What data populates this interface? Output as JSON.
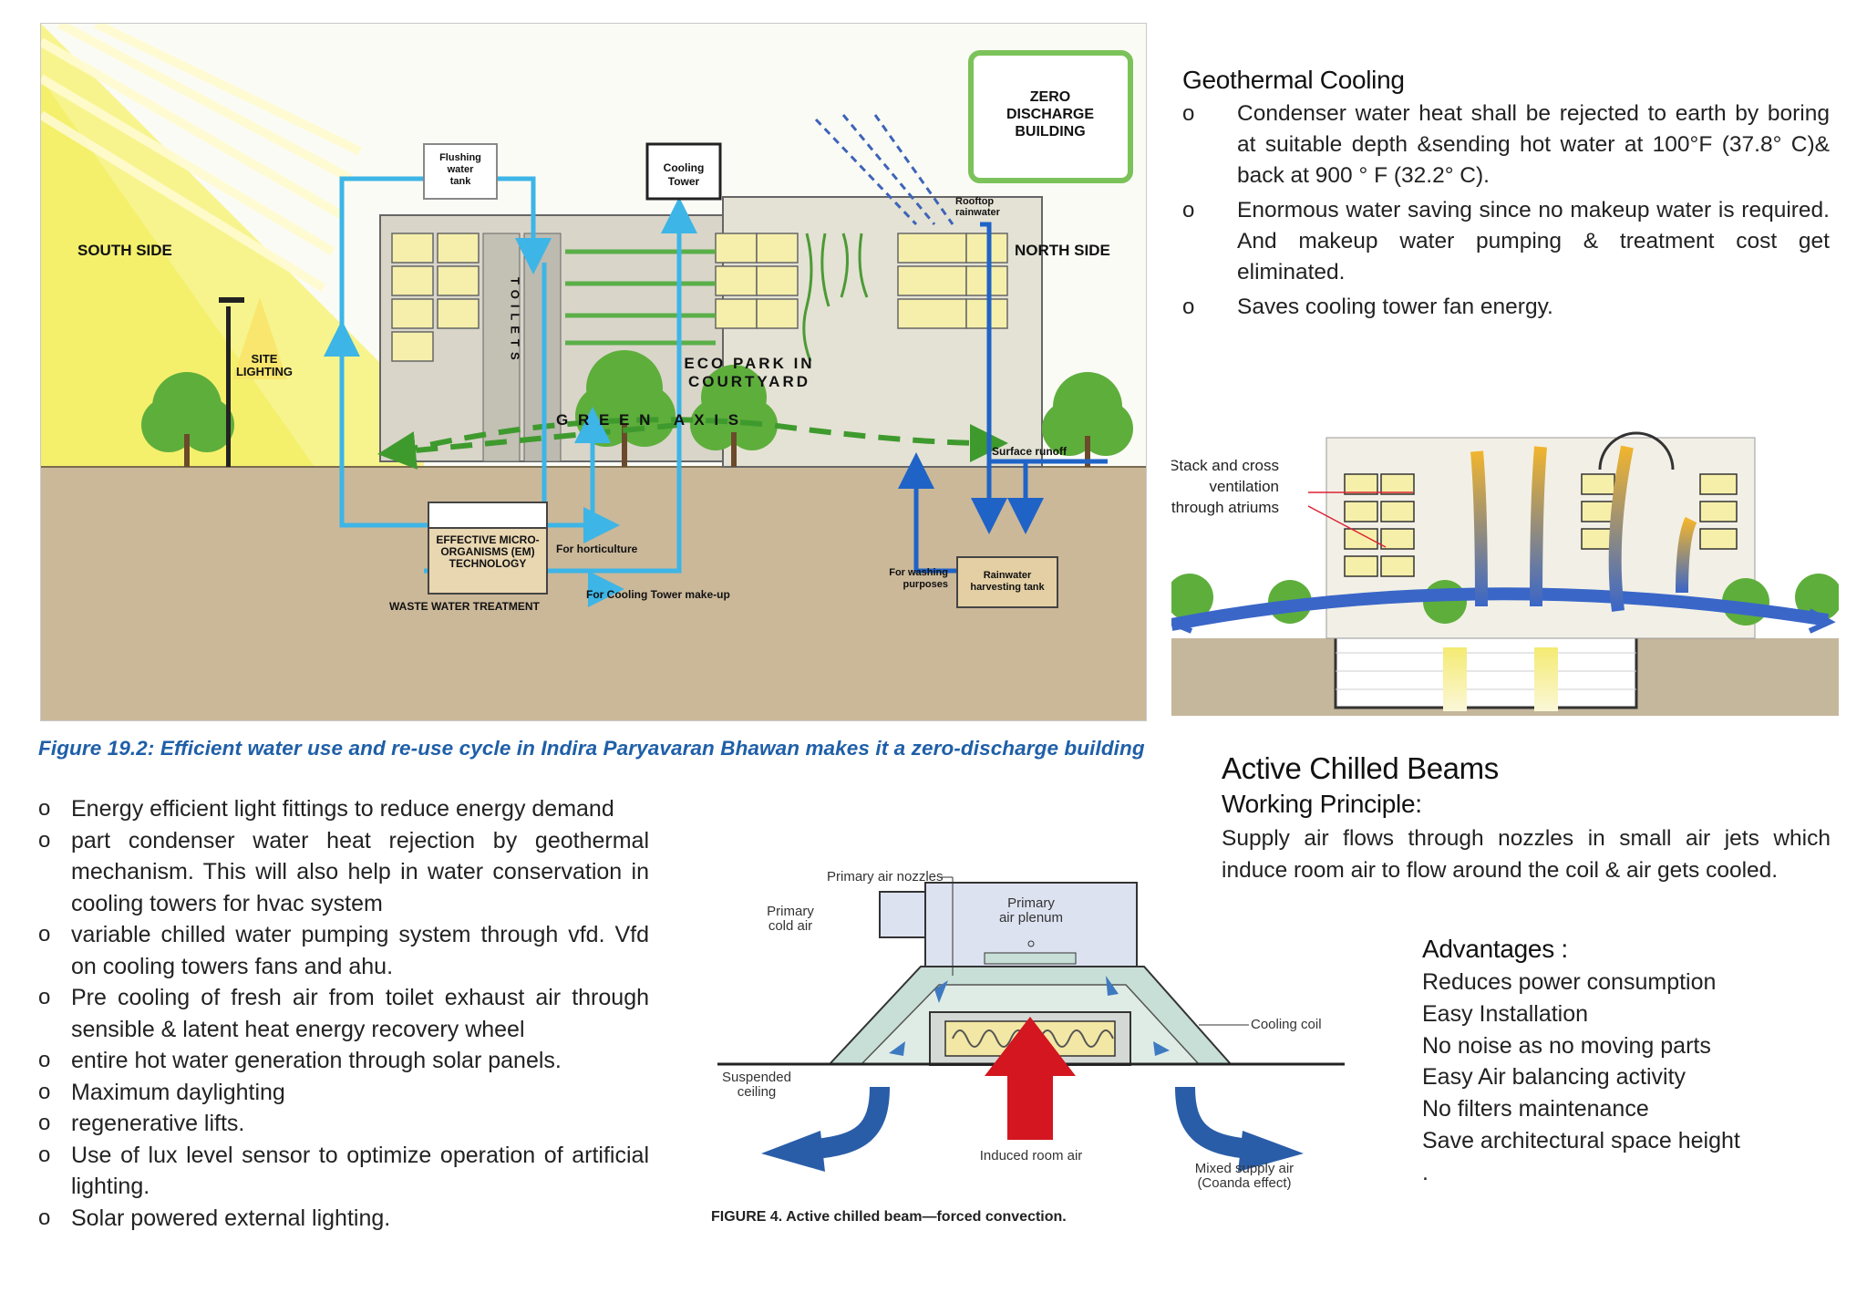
{
  "water_figure": {
    "labels": {
      "zero_discharge": [
        "ZERO",
        "DISCHARGE",
        "BUILDING"
      ],
      "south_side": "SOUTH SIDE",
      "north_side": "NORTH SIDE",
      "flushing_tank": [
        "Flushing",
        "water",
        "tank"
      ],
      "cooling_tower": [
        "Cooling",
        "Tower"
      ],
      "rooftop_rainwater": [
        "Rooftop",
        "rainwater"
      ],
      "site_lighting": [
        "SITE",
        "LIGHTING"
      ],
      "toilets": "TOILETS",
      "eco_park": [
        "ECO PARK IN",
        "COURTYARD"
      ],
      "green_axis": "G R E E N   A X I S",
      "surface_runoff": "Surface runoff",
      "em_technology": [
        "EFFECTIVE MICRO-",
        "ORGANISMS (EM)",
        "TECHNOLOGY"
      ],
      "for_horticulture": "For horticulture",
      "waste_water": "WASTE WATER TREATMENT",
      "for_cooling_makeup": "For Cooling Tower make-up",
      "for_washing": [
        "For washing",
        "purposes"
      ],
      "rainwater_tank": [
        "Rainwater",
        "harvesting tank"
      ]
    },
    "caption": "Figure 19.2: Efficient water use and re-use cycle in Indira Paryavaran Bhawan makes it a zero-discharge building"
  },
  "geothermal": {
    "title": "Geothermal Cooling",
    "bullet": "o",
    "items": [
      "Condenser water heat shall be rejected to earth by boring at suitable depth &sending hot water at 100°F (37.8° C)& back at 900 ° F (32.2° C).",
      "Enormous water saving since no makeup water is required. And makeup water pumping & treatment cost get eliminated.",
      "Saves cooling tower fan energy."
    ]
  },
  "ventilation_figure": {
    "label": [
      "Stack and cross",
      "ventilation",
      "through atriums"
    ]
  },
  "left_list": {
    "bullet": "o",
    "items": [
      "Energy efficient light fittings to reduce energy demand",
      "part condenser water heat rejection by geothermal mechanism. This will also help in water conservation in cooling towers for hvac system",
      "variable chilled water pumping system through vfd. Vfd on cooling towers fans and ahu.",
      "Pre cooling of fresh air from toilet exhaust air through sensible & latent heat energy recovery wheel",
      "entire hot water generation through solar panels.",
      "Maximum daylighting",
      "regenerative lifts.",
      "Use of lux level sensor to optimize operation of artificial lighting.",
      "Solar powered external lighting."
    ]
  },
  "beam_figure": {
    "labels": {
      "primary_nozzles": "Primary air nozzles",
      "primary_cold_air": [
        "Primary",
        "cold air"
      ],
      "primary_plenum": [
        "Primary",
        "air plenum"
      ],
      "cooling_coil": "Cooling coil",
      "suspended_ceiling": [
        "Suspended",
        "ceiling"
      ],
      "induced_room_air": "Induced room air",
      "mixed_supply": [
        "Mixed supply air",
        "(Coanda effect)"
      ]
    },
    "caption": "FIGURE 4. Active chilled beam—forced convection."
  },
  "active_beams": {
    "title": "Active Chilled Beams",
    "subtitle": "Working Principle:",
    "text": "Supply air flows through nozzles in small air jets which induce room air to flow around the coil & air gets cooled."
  },
  "advantages": {
    "title": "Advantages :",
    "items": [
      "Reduces power consumption",
      "Easy Installation",
      "No noise as no moving parts",
      "Easy Air balancing activity",
      "No filters maintenance",
      "Save architectural space height",
      "."
    ]
  },
  "colors": {
    "caption_blue": "#1f5fa8",
    "water_blue": "#3db5e6",
    "green_axis": "#3f9a2e",
    "sun_yellow": "#f6f27a",
    "ground": "#cbb899",
    "beam_arrow_blue": "#2a5da8",
    "induced_red": "#d3161f"
  }
}
